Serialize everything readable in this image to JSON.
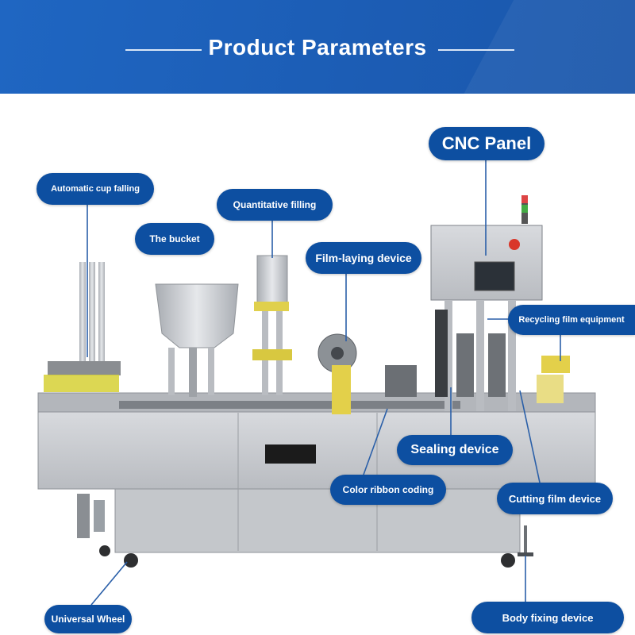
{
  "header": {
    "title": "Product Parameters"
  },
  "labels": {
    "cnc_panel": "CNC Panel",
    "automatic_cup_falling": "Automatic cup falling",
    "quantitative_filling": "Quantitative filling",
    "the_bucket": "The bucket",
    "film_laying_device": "Film-laying device",
    "recycling_film_equipment": "Recycling film equipment",
    "sealing_device": "Sealing device",
    "color_ribbon_coding": "Color ribbon coding",
    "cutting_film_device": "Cutting film device",
    "universal_wheel": "Universal Wheel",
    "body_fixing_device": "Body fixing device"
  },
  "colors": {
    "header_blue": "#1f66c2",
    "label_blue": "#0d4fa1",
    "leader_line": "#2a5fa8",
    "steel": "#c9ccd0",
    "accent_yellow": "#e3d04a"
  }
}
